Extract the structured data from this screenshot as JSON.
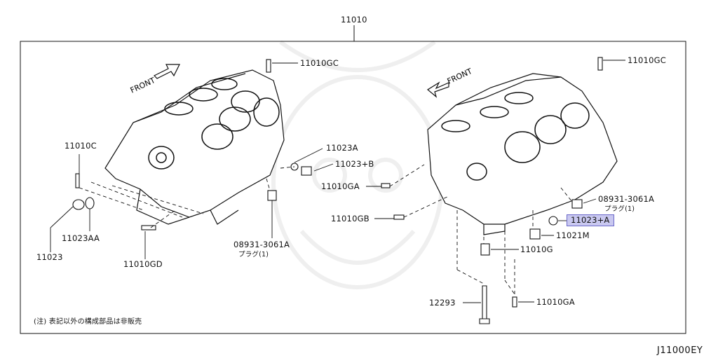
{
  "diagram_title": "11010",
  "front_label": "FRONT",
  "labels": {
    "gc_left": "11010GC",
    "gc_right": "11010GC",
    "c": "11010C",
    "a23": "11023A",
    "b23": "11023+B",
    "ga_mid": "11010GA",
    "gb": "11010GB",
    "aa": "11023AA",
    "p11023": "11023",
    "gd": "11010GD",
    "plug_left": "08931-3061A",
    "plug_left_sub": "プラグ(1)",
    "plug_right": "08931-3061A",
    "plug_right_sub": "プラグ(1)",
    "a_highlight": "11023+A",
    "m": "11021M",
    "g": "11010G",
    "bolt": "12293",
    "ga_bottom": "11010GA"
  },
  "footnote": "(注) 表記以外の構成部品は非販売",
  "diagram_code": "J11000EY",
  "colors": {
    "highlight_bg": "#c9c8f0",
    "highlight_border": "#6b68c9",
    "line": "#111111"
  }
}
